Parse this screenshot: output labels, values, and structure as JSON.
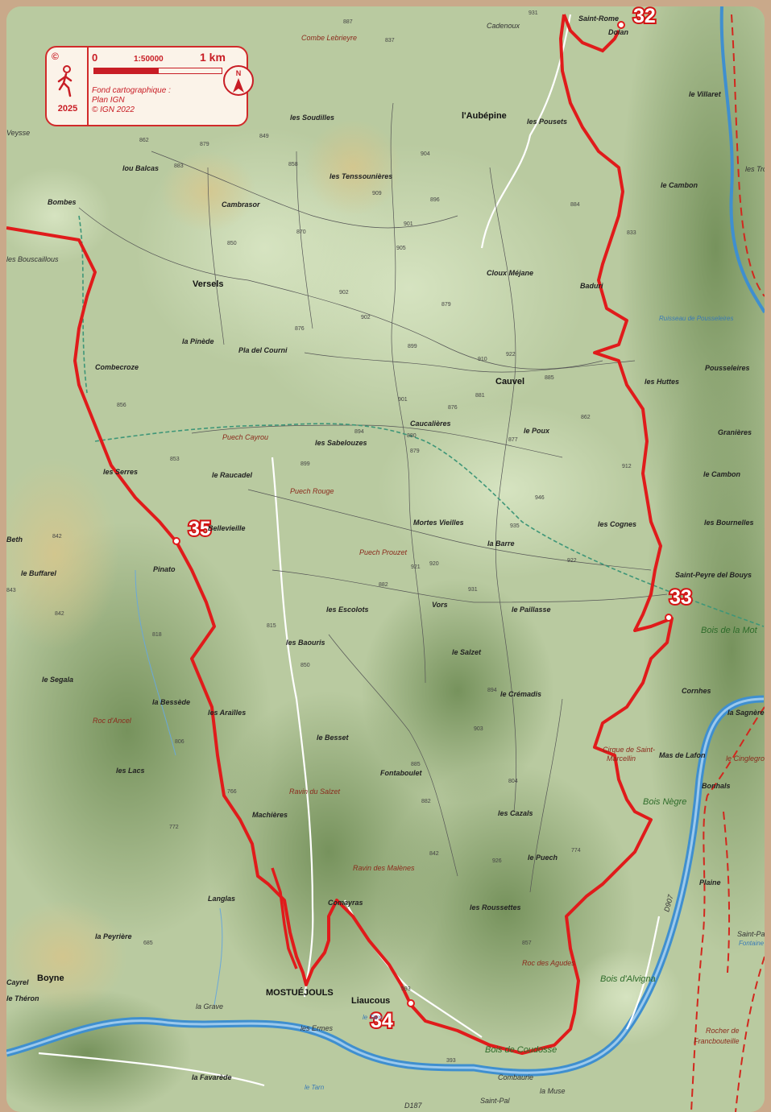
{
  "legend": {
    "copyright_symbol": "©",
    "year": "2025",
    "scale_zero": "0",
    "scale_ratio": "1:50000",
    "scale_distance": "1 km",
    "source_line1": "Fond cartographique :",
    "source_line2": "Plan IGN",
    "source_line3": "© IGN 2022",
    "north_label": "N",
    "hiker_icon": "hiker-icon",
    "compass_icon": "north-arrow-icon"
  },
  "colors": {
    "route": "#e01b1b",
    "legend_accent": "#c81d25",
    "river": "#3f8fcf",
    "terrain": "#b9caa0"
  },
  "stages": [
    {
      "id": "32",
      "label": "32"
    },
    {
      "id": "33",
      "label": "33"
    },
    {
      "id": "34",
      "label": "34"
    },
    {
      "id": "35",
      "label": "35"
    }
  ],
  "towns": {
    "saint_rome": "Saint-Rome",
    "dolan": "Dolan",
    "mostuejouls": "MOSTUÉJOULS",
    "liaucous": "Liaucous",
    "cauvel": "Cauvel",
    "aubepine": "l'Aubépine",
    "boyne": "Boyne",
    "versels": "Versels",
    "bombes": "Bombes"
  },
  "labels": {
    "cadenoux": "Cadenoux",
    "combe_lebrieyre": "Combe Lebrieyre",
    "le_villaret": "le Villaret",
    "veysse": "Veysse",
    "les_soudilles": "les Soudilles",
    "les_pousets": "les Pousets",
    "les_tenssounieres": "les Tenssounières",
    "lou_balcas": "lou Balcas",
    "cambrasor": "Cambrasor",
    "le_cambon_1": "le Cambon",
    "les_bouscaillous": "les Bouscaillous",
    "cloux_mejane": "Cloux Méjane",
    "baduri": "Baduri",
    "la_pinede": "la Pinède",
    "pla_del_courni": "Pla del Courni",
    "combecroze": "Combecroze",
    "les_huttes": "les Huttes",
    "pousseleires": "Pousseleires",
    "caucalieres": "Caucalières",
    "le_poux": "le Poux",
    "puech_cayrou": "Puech Cayrou",
    "les_sabelouzes": "les Sabelouzes",
    "les_serres": "les Serres",
    "le_raucadel": "le Raucadel",
    "puech_rouge": "Puech Rouge",
    "granieres": "Granières",
    "le_cambon_2": "le Cambon",
    "bellevieille": "Bellevieille",
    "mortes_vieilles": "Mortes Vieilles",
    "les_cognes": "les Cognes",
    "les_bournelles": "les Bournelles",
    "beth": "Beth",
    "la_barre": "la Barre",
    "puech_prouzet": "Puech Prouzet",
    "le_buffarel": "le Buffarel",
    "pinato": "Pinato",
    "saint_peyre_del_bouys": "Saint-Peyre del Bouys",
    "les_escolots": "les Escolots",
    "vors": "Vors",
    "le_paillasse": "le Paillasse",
    "les_baouris": "les Baouris",
    "le_salzet": "le Salzet",
    "bois_de_la_mot": "Bois de la Mot",
    "le_segala": "le Segala",
    "le_cremadis": "le Crémadis",
    "cornhes": "Cornhes",
    "la_bessede": "la Bessède",
    "les_arailles": "les Araïlles",
    "la_sagnere": "la Sagnère",
    "roc_dancel": "Roc d'Ancel",
    "le_besset": "le Besset",
    "cirque_1": "Cirque de Saint-",
    "cirque_2": "Marcellin",
    "mas_de_lafon": "Mas de Lafon",
    "le_cinglegros": "le Cinglegros",
    "les_lacs": "les Lacs",
    "fontaboulet": "Fontaboulet",
    "ravin_du_salzet": "Ravin du Salzet",
    "bois_negre": "Bois Nègre",
    "bonhals": "Bonhals",
    "les_cazals": "les Cazals",
    "machieres": "Machières",
    "ravin_des_malenes": "Ravin des Malènes",
    "le_puech": "le Puech",
    "plaine": "Plaine",
    "langlas": "Langlas",
    "comayras": "Comayras",
    "les_roussettes": "les Roussettes",
    "la_peyriere": "la Peyrière",
    "saint_pal_1": "Saint-Pal",
    "roc_des_agudes": "Roc des Agudes",
    "bois_dalvigna": "Bois d'Alvigna",
    "fontaine": "Fontaine",
    "cayrel": "Cayrel",
    "le_theron": "le Théron",
    "la_grave": "la Grave",
    "les_ermes": "les Ermes",
    "rocher_1": "Rocher de",
    "rocher_2": "Francbouteille",
    "bois_de_coudosse": "Bois de Coudosse",
    "la_favarede": "la Favarède",
    "combaurie": "Combaurie",
    "la_muse": "la Muse",
    "saint_pal_2": "Saint-Pal",
    "river_tarn_1": "le Tarn",
    "river_tarn_2": "le Tarn",
    "road_d187": "D187",
    "road_d907": "D907",
    "les_tro": "les Tro",
    "ruisseau": "Ruisseau de Pousseleires"
  },
  "altitudes": {
    "a1": "887",
    "a2": "837",
    "a3": "931",
    "a4": "862",
    "a5": "883",
    "a6": "879",
    "a7": "849",
    "a8": "858",
    "a9": "904",
    "a10": "909",
    "a11": "896",
    "a12": "901",
    "a13": "905",
    "a14": "870",
    "a15": "850",
    "a16": "902",
    "a17": "902",
    "a18": "879",
    "a19": "876",
    "a20": "899",
    "a21": "910",
    "a22": "922",
    "a23": "885",
    "a24": "881",
    "a25": "901",
    "a26": "876",
    "a27": "862",
    "a28": "856",
    "a29": "894",
    "a30": "880",
    "a31": "879",
    "a32": "877",
    "a33": "899",
    "a34": "853",
    "a35": "912",
    "a36": "946",
    "a37": "935",
    "a38": "921",
    "a39": "920",
    "a40": "922",
    "a41": "842",
    "a42": "843",
    "a43": "842",
    "a44": "882",
    "a45": "931",
    "a46": "815",
    "a47": "850",
    "a48": "818",
    "a49": "894",
    "a50": "903",
    "a51": "806",
    "a52": "885",
    "a53": "804",
    "a54": "882",
    "a55": "766",
    "a56": "772",
    "a57": "842",
    "a58": "926",
    "a59": "774",
    "a60": "685",
    "a61": "593",
    "a62": "393",
    "a63": "833",
    "a64": "857",
    "a65": "884"
  }
}
